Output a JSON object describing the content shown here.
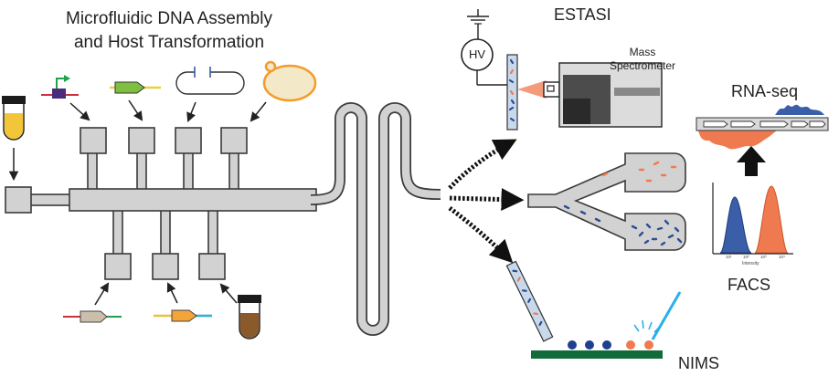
{
  "title_line1": "Microfluidic DNA Assembly",
  "title_line2": "and Host Transformation",
  "estasi_label": "ESTASI",
  "hv_label": "HV",
  "mass_spec_line1": "Mass",
  "mass_spec_line2": "Spectrometer",
  "rnaseq_label": "RNA-seq",
  "facs_label": "FACS",
  "facs_axis_label": "Intensity",
  "facs_ticks": [
    "10¹",
    "10²",
    "10³",
    "10⁴"
  ],
  "nims_label": "NIMS",
  "colors": {
    "channel_fill": "#d2d2d2",
    "channel_stroke": "#3a3a3a",
    "blue": "#2c4d96",
    "orange": "#f07a4f",
    "green_bar": "#116b3a",
    "yellow_culture": "#f3c63a",
    "brown_culture": "#8b5a2b",
    "cyan_laser": "#2ab0e8",
    "yeast_fill": "#f3e8c8",
    "yeast_stroke": "#f39c2a"
  }
}
